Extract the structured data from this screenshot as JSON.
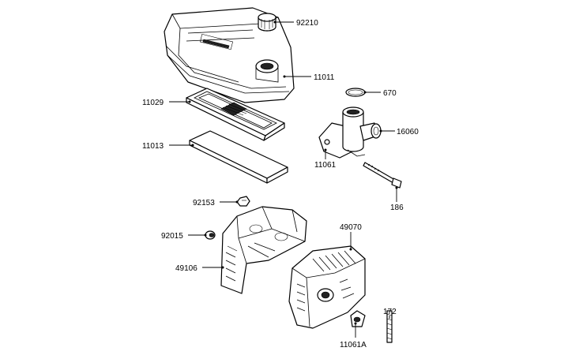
{
  "diagram": {
    "parts": [
      {
        "id": "cap",
        "part_number": "92210"
      },
      {
        "id": "air_cleaner_cover",
        "part_number": "11011"
      },
      {
        "id": "element_frame",
        "part_number": "11029"
      },
      {
        "id": "foam_element",
        "part_number": "11013"
      },
      {
        "id": "o_ring",
        "part_number": "670"
      },
      {
        "id": "intake_elbow",
        "part_number": "16060"
      },
      {
        "id": "gasket",
        "part_number": "11061"
      },
      {
        "id": "bolt",
        "part_number": "186"
      },
      {
        "id": "bolt_small",
        "part_number": "92153"
      },
      {
        "id": "nut",
        "part_number": "92015"
      },
      {
        "id": "muffler",
        "part_number": "49070"
      },
      {
        "id": "muffler_guard",
        "part_number": "49106"
      },
      {
        "id": "muffler_gasket",
        "part_number": "11061A"
      },
      {
        "id": "stud",
        "part_number": "172"
      }
    ]
  }
}
